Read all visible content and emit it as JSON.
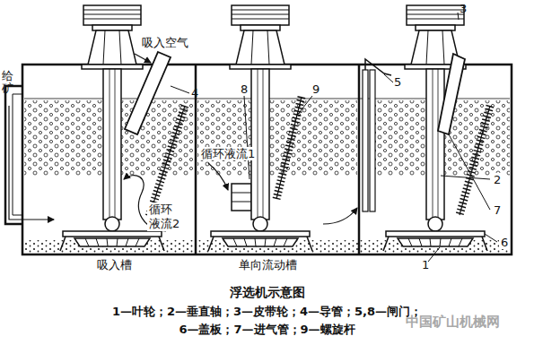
{
  "diagram": {
    "title": "浮选机示意图",
    "caption": "1—叶轮；2—垂直轴；3—皮带轮；4—导管；5,8—闸门； 6—盖板；7—进气管；9—螺旋杆",
    "labels": [
      "吸入空气",
      "4",
      "3",
      "8",
      "9",
      "5",
      "给矿",
      "循环液流1",
      "循环 液流2",
      "2",
      "7",
      "6",
      "1",
      "吸入槽",
      "单向流动槽",
      "中国矿山机械网"
    ]
  }
}
